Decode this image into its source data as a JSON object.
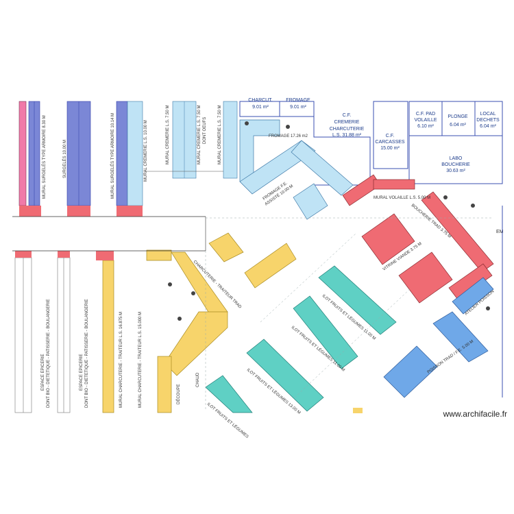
{
  "watermark": "www.archifacile.fr",
  "colors": {
    "blue": "#7b87d6",
    "lightblue": "#bfe3f5",
    "red": "#ef6b73",
    "yellow": "#f7d46b",
    "teal": "#5fd0c4",
    "midblue": "#6fa8e8",
    "pink": "#f07aa8",
    "purple": "#2d3aa8"
  },
  "rooms": {
    "charcut": "CHARCUT.",
    "charcut_area": "9.01 m²",
    "fromage": "FROMAGE",
    "fromage_area": "9.01 m²",
    "cf_cremerie_1": "C.F.",
    "cf_cremerie_2": "CREMERIE",
    "cf_cremerie_3": "CHARCUTERIE",
    "cf_cremerie_4": "L.S. 31.88 m²",
    "cf_carcasses_1": "C.F.",
    "cf_carcasses_2": "CARCASSES",
    "cf_carcasses_3": "15.00 m²",
    "cf_pad_1": "C.F. PAD",
    "cf_pad_2": "VOLAILLE",
    "cf_pad_3": "6.10 m²",
    "plonge_1": "PLONGE",
    "plonge_2": "6.04 m²",
    "local_1": "LOCAL",
    "local_2": "DECHETS",
    "local_3": "6.04 m²",
    "labo_1": "LABO",
    "labo_2": "BOUCHERIE",
    "labo_3": "30.63 m²",
    "fromage_room": "FROMAGE 17.26 m2"
  },
  "vertical_labels": {
    "surgeles_armoire": "MURAL SURGELÉS TYPE ARMOIRE 8.30 M",
    "surgeles_1000": "SURGELÉS 10.00 M",
    "surgeles_armoire2": "MURAL SURGELÉS TYPE ARMOIRE 10.14 M",
    "cremerie_750a": "MURAL CREMERIE L.S. 7.50 M",
    "cremerie_750b": "MURAL CREMERIE L.S. 7.50 M",
    "cremerie_750c": "MURAL CREMERIE L.S. 7.50 M",
    "cremerie_1000": "MURAL CREMERIE L.S. 10.00 M",
    "dont_oeufs": "DONT OEUFS",
    "espace_epicerie_1": "ESPACE EPICERIE",
    "espace_epicerie_2": "ESPACE EPICERIE",
    "bio_1": "DONT BIO - DIETETIQUE - PATISSERIE - BOULANGERIE",
    "bio_2": "DONT BIO - DIETETIQUE - PATISSERIE - BOULANGERIE",
    "charcuterie_traiteur_1": "MURAL CHARCUTERIE - TRAITEUR L.S. 16.875 M",
    "charcuterie_traiteur_2": "MURAL CHARCUTERIE - TRAITEUR L.S. 15.000 M"
  },
  "diag_labels": {
    "fromage_fe": "FROMAGE F.E.",
    "assiste": "ASSISTÉ 10.00 M",
    "charcuterie_trad": "CHARCUTERIE - TRAITEUR TRAD",
    "ilot_fl_1": "ILOT FRUITS ET LÉGUMES 11.00 M",
    "ilot_fl_2": "ILOT FRUITS ET LÉGUMES 11.00 M",
    "ilot_fl_3": "ILOT FRUITS ET LÉGUMES 13.00 M",
    "ilot_fl_4": "ILOT FRUITS ET LÉGUMES",
    "mural_volaille": "MURAL VOLAILLE L.S. 5.00 M",
    "boucherie_trad": "BOUCHERIE TRAD 3.75 M",
    "vitrine_viande": "VITRINE VIANDE 3.75 M",
    "poisson_trad": "POISSON TRAD / F.E. 5.00 M",
    "atelier_poisson": "ATELIER POISSON",
    "decoupe": "DÉCOUPE",
    "chaud": "CHAUD",
    "em": "EM"
  }
}
